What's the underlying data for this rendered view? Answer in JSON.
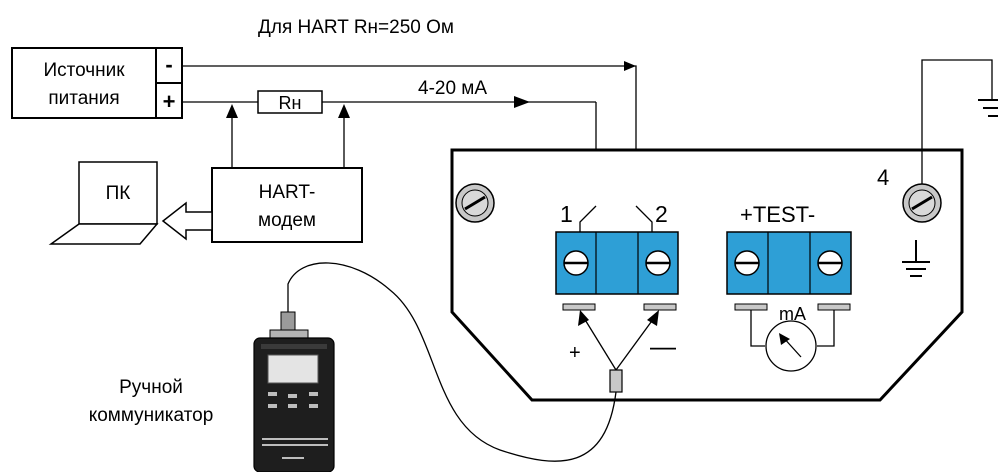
{
  "header": {
    "note": "Для HART Rн=250 Ом"
  },
  "power_supply": {
    "line1": "Источник",
    "line2": "питания",
    "minus": "-",
    "plus": "+"
  },
  "resistor": {
    "label": "Rн"
  },
  "current_loop": {
    "label": "4-20 мА"
  },
  "pc": {
    "label": "ПК"
  },
  "modem": {
    "line1": "HART-",
    "line2": "модем"
  },
  "device": {
    "terminal_1": "1",
    "terminal_2": "2",
    "terminal_4": "4",
    "test_label": "+TEST-",
    "ammeter_label": "mA",
    "probe_plus": "+",
    "probe_minus": "—"
  },
  "communicator": {
    "line1": "Ручной",
    "line2": "коммуникатор"
  },
  "colors": {
    "terminal": "#2e9fd6",
    "screw_gray": "#c8c8c8",
    "line": "#000000"
  }
}
